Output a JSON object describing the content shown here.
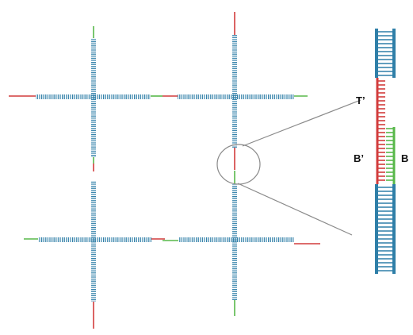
{
  "labels": {
    "t_prime": "T’",
    "b_prime": "B’",
    "b": "B"
  },
  "colors": {
    "blue": "#2f7fa8",
    "red": "#d23c3c",
    "green": "#58b84a",
    "line": "#8a8a8a",
    "text": "#111111"
  }
}
